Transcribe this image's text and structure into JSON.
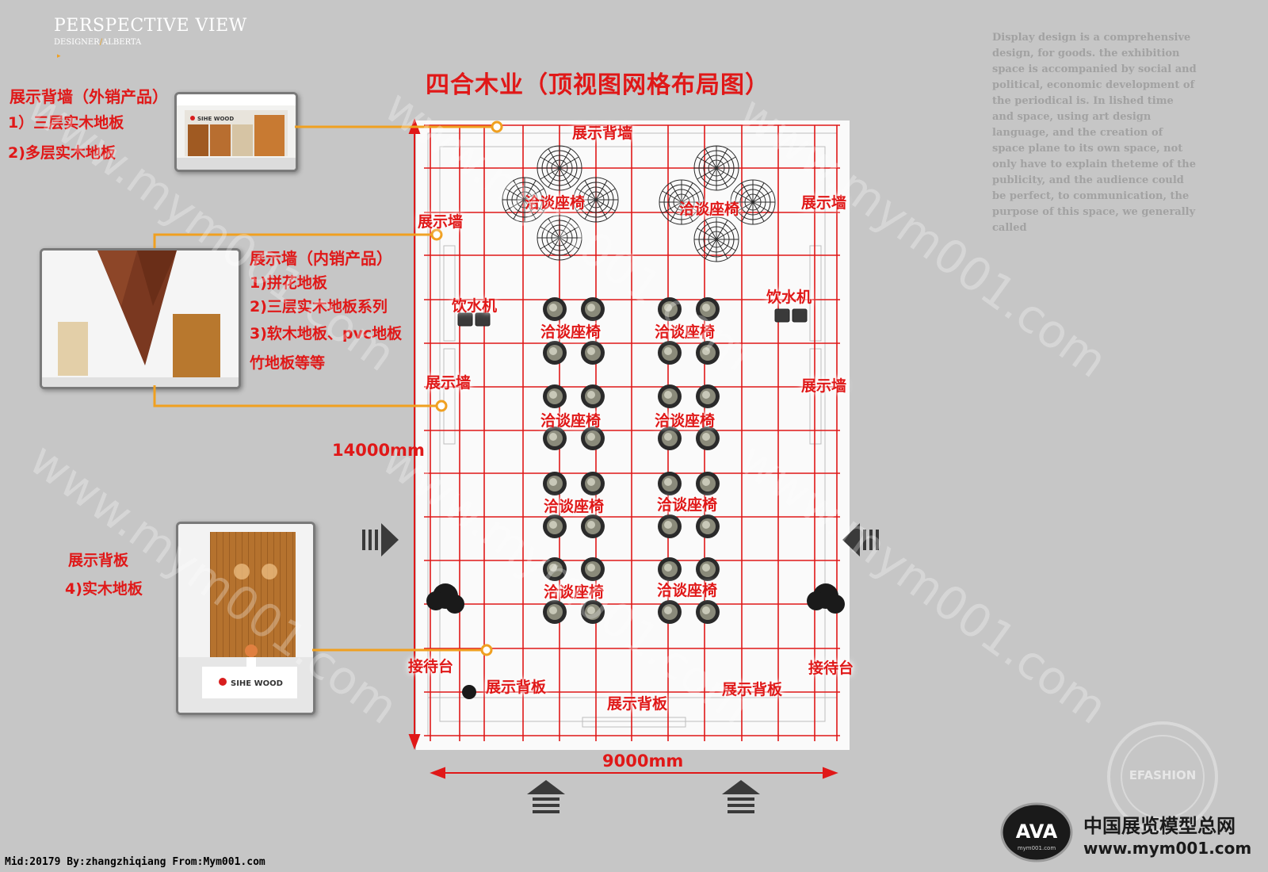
{
  "header": {
    "title": "PERSPECTIVE VIEW",
    "designer_label": "DESIGNER",
    "designer_sep": "/",
    "designer_name": "ALBERTA",
    "arrow": "▸"
  },
  "title": "四合木业（顶视图网格布局图）",
  "paragraph": "Display design is a comprehensive design, for goods. the exhibition space is accompanied by social and political, economic development of the periodical is. In lished time and space, using art design language, and the creation of space plane to its own space, not only have to explain theteme of the publicity, and the audience could be perfect, to communication, the purpose of this space, we generally called",
  "panels": {
    "back_wall_export": {
      "heading": "展示背墙（外销产品）",
      "item1": "1）三层实木地板",
      "item2": "2)多层实木地板",
      "logo": "SIHE WOOD"
    },
    "display_wall_domestic": {
      "heading": "展示墙（内销产品）",
      "item1": "1)拼花地板",
      "item2": "2)三层实木地板系列",
      "item3": "3)软木地板、pvc地板",
      "item4": "竹地板等等"
    },
    "back_board": {
      "heading": "展示背板",
      "item1": "4)实木地板",
      "logo": "SIHE WOOD"
    }
  },
  "floor_labels": {
    "back_wall_top": "展示背墙",
    "wall_upper_left": "展示墙",
    "wall_upper_right": "展示墙",
    "wall_mid_left": "展示墙",
    "wall_mid_right": "展示墙",
    "water_left": "饮水机",
    "water_right": "饮水机",
    "seat_top_left": "洽谈座椅",
    "seat_top_right": "洽谈座椅",
    "seat_r1_left": "洽谈座椅",
    "seat_r1_right": "洽谈座椅",
    "seat_r2_left": "洽谈座椅",
    "seat_r2_right": "洽谈座椅",
    "seat_r3_left": "洽谈座椅",
    "seat_r3_right": "洽谈座椅",
    "seat_r4_left": "洽谈座椅",
    "seat_r4_right": "洽谈座椅",
    "reception_left": "接待台",
    "reception_right": "接待台",
    "backboard_left": "展示背板",
    "backboard_center": "展示背板",
    "backboard_right": "展示背板"
  },
  "dimensions": {
    "height": "14000mm",
    "width": "9000mm"
  },
  "watermark": "www.mym001.com",
  "footer": {
    "id_line": "Mid:20179 By:zhangzhiqiang From:Mym001.com",
    "site_cn": "中国展览模型总网",
    "site_url": "www.mym001.com",
    "logo_text": "AVA",
    "logo_sub": "mym001.com",
    "stamp_text": "EFASHION"
  },
  "colors": {
    "grid_red": "#e01818",
    "leader_orange": "#f0a020",
    "background": "#c6c6c6"
  }
}
